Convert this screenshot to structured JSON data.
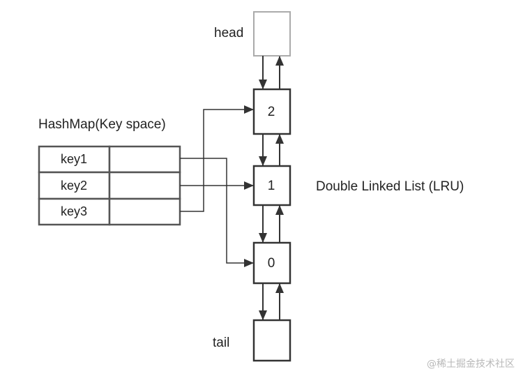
{
  "labels": {
    "head": "head",
    "tail": "tail",
    "hashmap_title": "HashMap(Key space)",
    "list_title": "Double Linked List (LRU)"
  },
  "nodes": [
    "2",
    "1",
    "0"
  ],
  "hashmap_keys": [
    "key1",
    "key2",
    "key3"
  ],
  "key_pointers": [
    {
      "key": "key1",
      "node": "0"
    },
    {
      "key": "key2",
      "node": "1"
    },
    {
      "key": "key3",
      "node": "2"
    }
  ],
  "watermark": "@稀土掘金技术社区",
  "colors": {
    "line": "#333333",
    "head_box": "#aaaaaa",
    "table_border": "#555555"
  }
}
